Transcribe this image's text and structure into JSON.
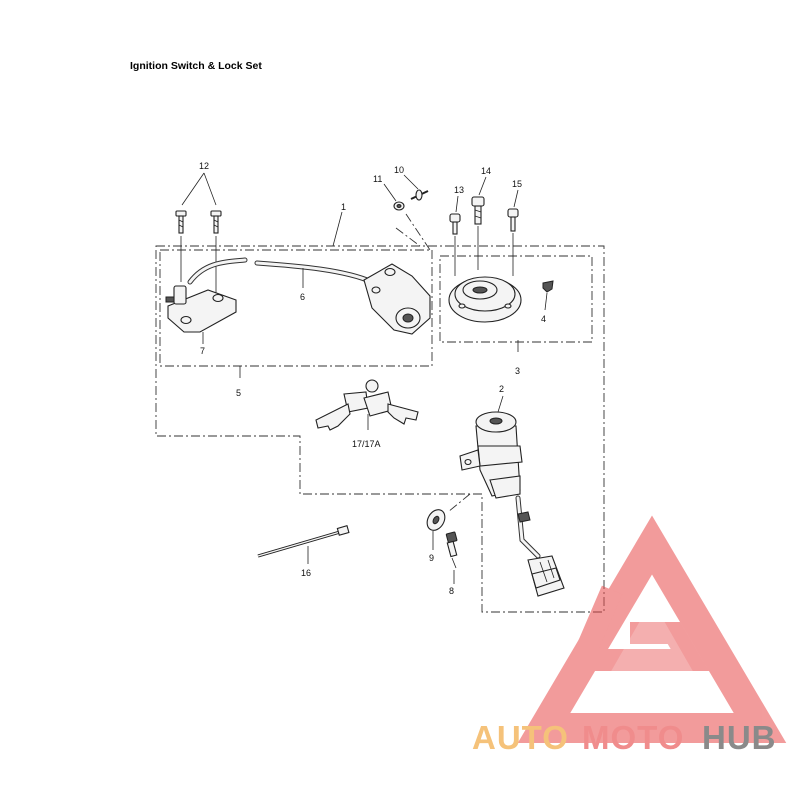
{
  "title": "Ignition Switch & Lock Set",
  "callouts": {
    "c1": "1",
    "c2": "2",
    "c3": "3",
    "c4": "4",
    "c5": "5",
    "c6": "6",
    "c7": "7",
    "c8": "8",
    "c9": "9",
    "c10": "10",
    "c11": "11",
    "c12": "12",
    "c13": "13",
    "c14": "14",
    "c15": "15",
    "c16": "16",
    "c17": "17/17A"
  },
  "watermark": {
    "part1": "AUTO",
    "part2": "MOTO",
    "part3": "HUB",
    "colors": {
      "auto": "#f5c27a",
      "moto": "#f08c8c",
      "hub": "#8a8a8a",
      "logo": "#e84a4a"
    }
  }
}
